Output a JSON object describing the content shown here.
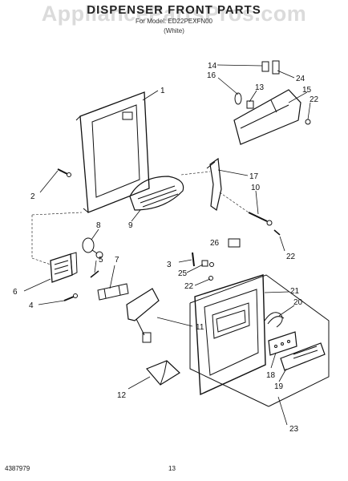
{
  "header": {
    "title": "DISPENSER FRONT PARTS",
    "subtitle": "For Model: ED22PEXFN00",
    "color_note": "(White)"
  },
  "watermark": "AppliancePartsPros.com",
  "callouts": [
    "1",
    "2",
    "3",
    "4",
    "5",
    "6",
    "7",
    "8",
    "9",
    "10",
    "11",
    "12",
    "13",
    "14",
    "15",
    "16",
    "17",
    "18",
    "19",
    "20",
    "21",
    "22",
    "22",
    "22",
    "23",
    "24",
    "25",
    "26"
  ],
  "footer": {
    "doc_number": "4387979",
    "page_number": "13"
  },
  "colors": {
    "ink": "#111111",
    "watermark": "#cfcfcf"
  }
}
